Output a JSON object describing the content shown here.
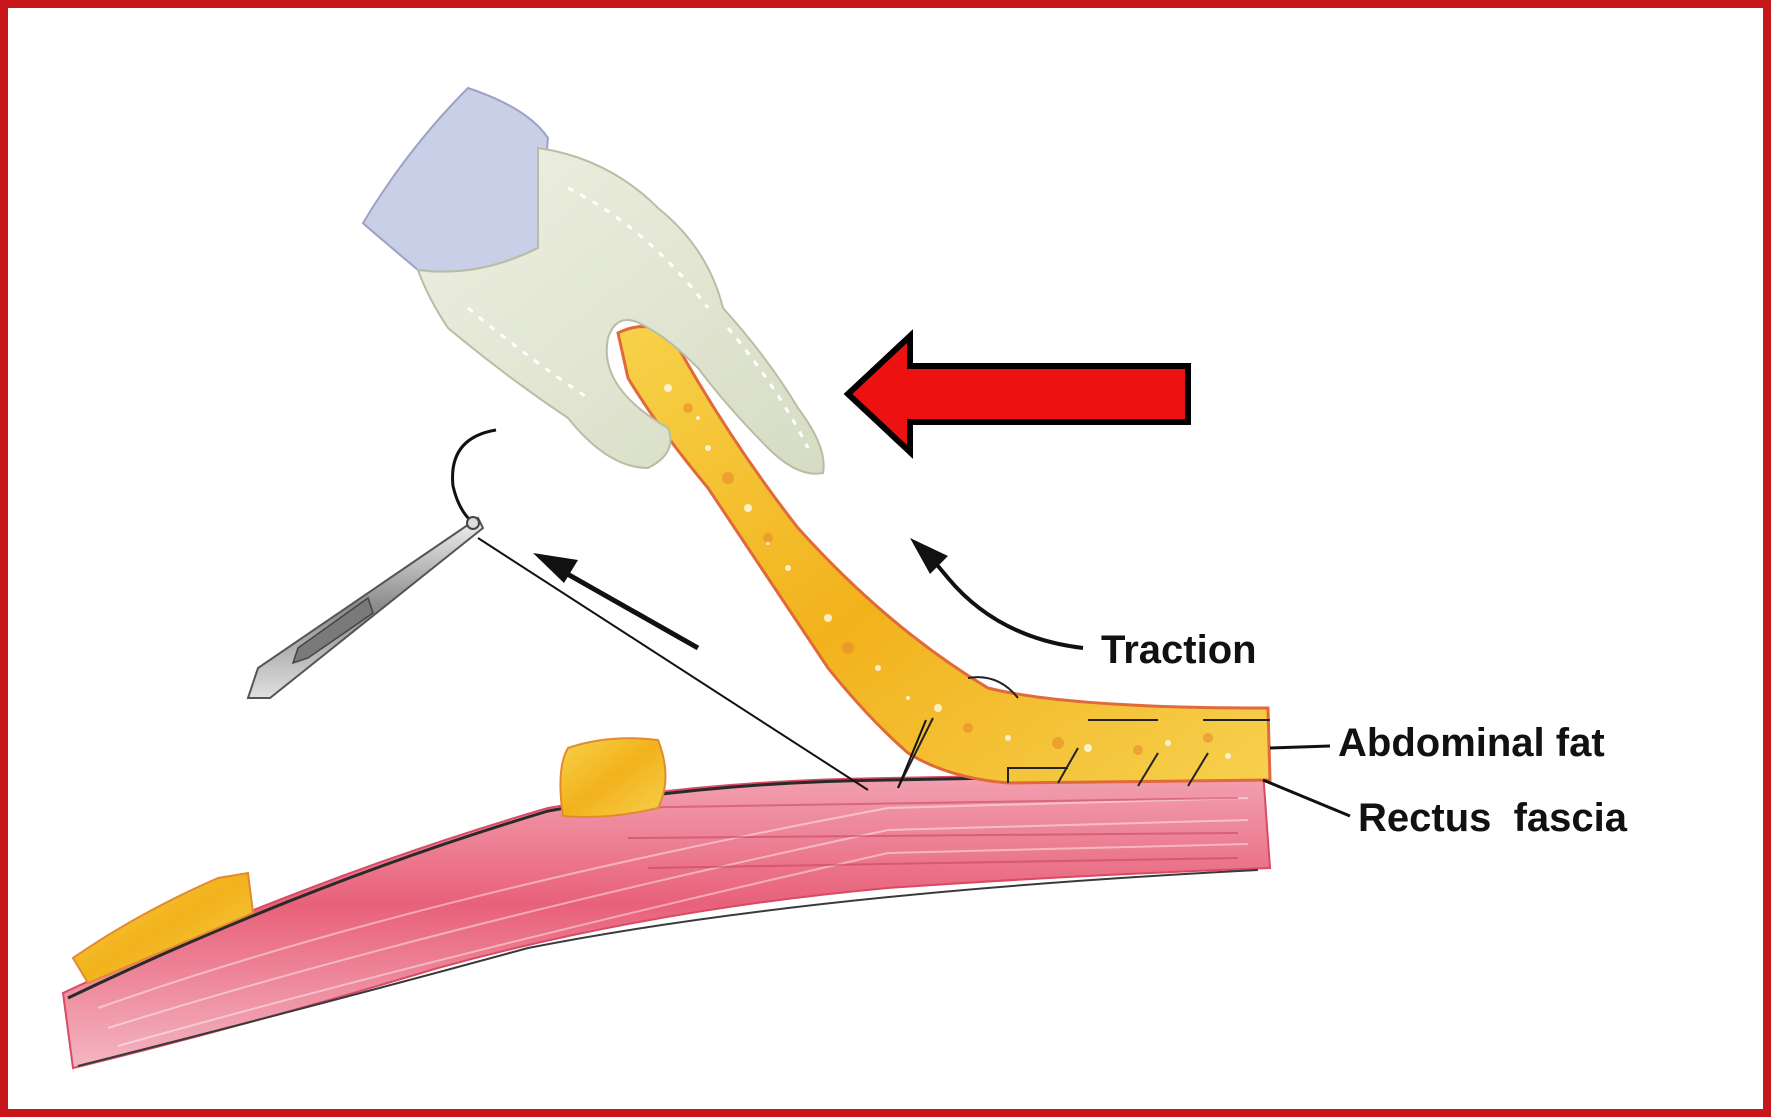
{
  "labels": {
    "traction": "Traction",
    "abdominal_fat": "Abdominal fat",
    "rectus_fascia": "Rectus  fascia"
  },
  "colors": {
    "frame": "#c8161d",
    "indicator_arrow": "#ee1111",
    "muscle": "#e8617a",
    "fat": "#f4b81c",
    "glove": "#e6ead8",
    "cuff": "#c9cfe6"
  },
  "icons": {
    "hand": "gloved-hand-icon",
    "needle_holder": "needle-holder-icon",
    "needle": "curved-needle-icon"
  }
}
